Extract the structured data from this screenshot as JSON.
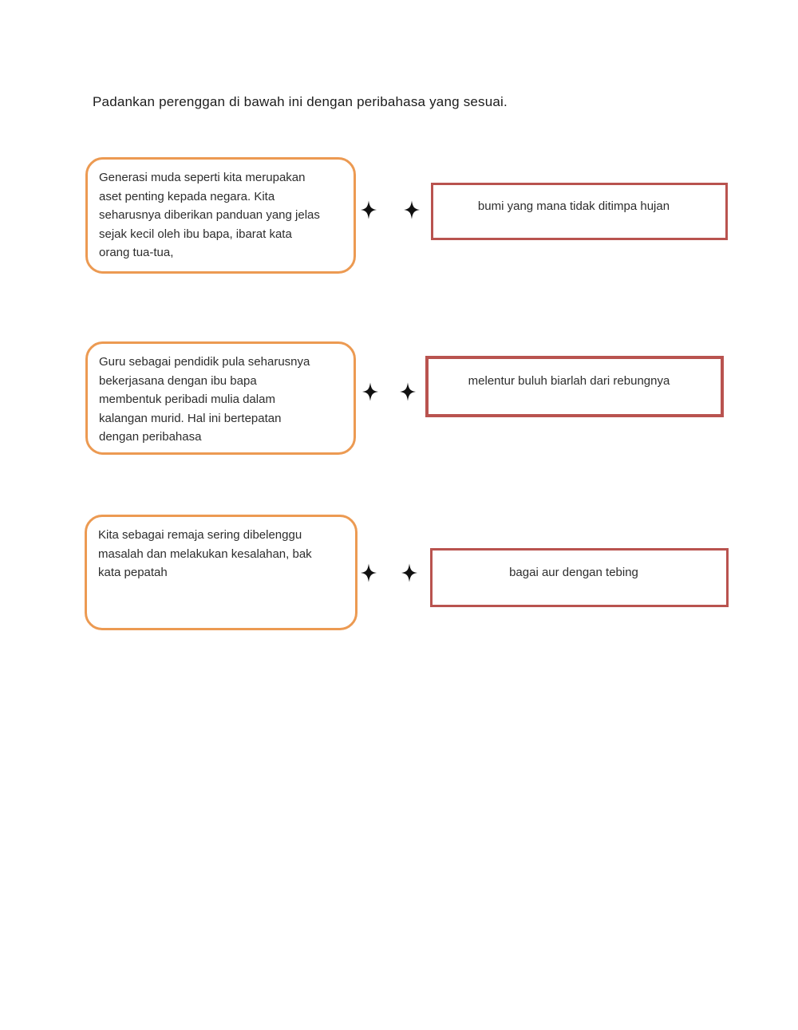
{
  "page": {
    "title": "Padankan perenggan di bawah ini dengan peribahasa yang sesuai."
  },
  "colors": {
    "paragraph_box_border": "#EC9A52",
    "proverb_box_border": "#B9534F",
    "text": "#2D2D2D",
    "star": "#111111"
  },
  "icons": {
    "connector": "four-pointed-star"
  },
  "pairs": [
    {
      "paragraph": "Generasi muda seperti kita merupakan\naset penting kepada negara. Kita\nseharusnya diberikan panduan yang jelas\nsejak kecil oleh ibu bapa, ibarat kata\norang tua-tua,",
      "proverb": "bumi yang mana tidak ditimpa hujan"
    },
    {
      "paragraph": "Guru sebagai pendidik pula seharusnya\nbekerjasana dengan ibu bapa\nmembentuk peribadi mulia dalam\nkalangan murid. Hal ini bertepatan\ndengan peribahasa",
      "proverb": "melentur buluh biarlah dari rebungnya"
    },
    {
      "paragraph": "Kita sebagai remaja sering dibelenggu\nmasalah dan melakukan kesalahan, bak\nkata pepatah",
      "proverb": "bagai aur dengan tebing"
    }
  ]
}
